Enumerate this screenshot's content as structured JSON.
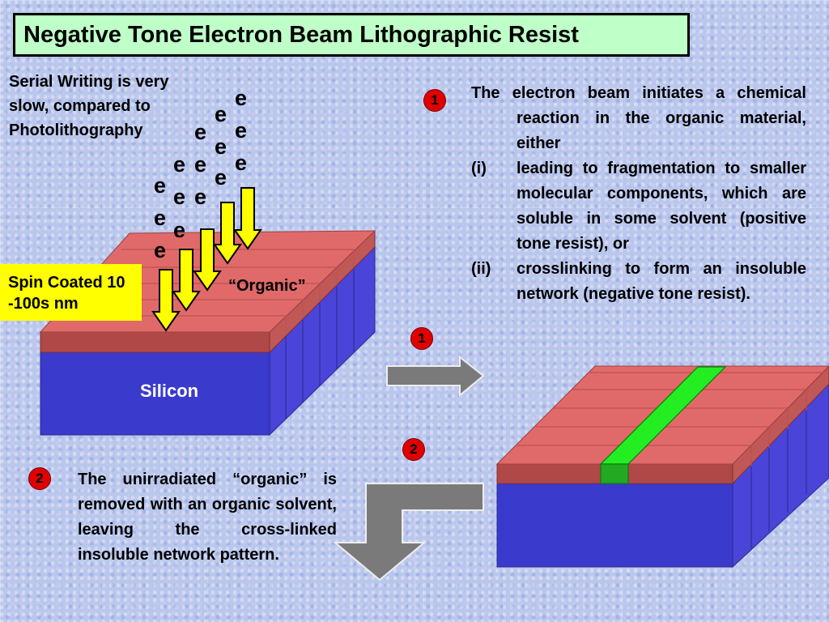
{
  "title": "Negative Tone Electron Beam Lithographic Resist",
  "note": "Serial Writing is very slow, compared  to Photolithography",
  "spin_label": "Spin Coated 10 -100s nm",
  "organic_label": "“Organic”",
  "silicon_label": "Silicon",
  "electron_symbol": "e",
  "badges": {
    "step1": "1",
    "step2": "2"
  },
  "step1": {
    "intro": "The electron beam initiates a chemical reaction in the organic material, either",
    "items": [
      {
        "marker": "(i)",
        "text": "leading to fragmentation to smaller molecular components, which are soluble in some solvent (positive tone resist), or"
      },
      {
        "marker": "(ii)",
        "text": "crosslinking to form an insoluble network (negative tone resist)."
      }
    ]
  },
  "step2": {
    "text": "The unirradiated “organic” is removed with an organic solvent, leaving the cross-linked insoluble network pattern."
  },
  "colors": {
    "title_bg": "#bfffc8",
    "resist": "#e06a6a",
    "silicon": "#3a3acc",
    "arrow_yellow": "#ffff00",
    "crosslinked": "#22cc22",
    "badge": "#e00000"
  }
}
